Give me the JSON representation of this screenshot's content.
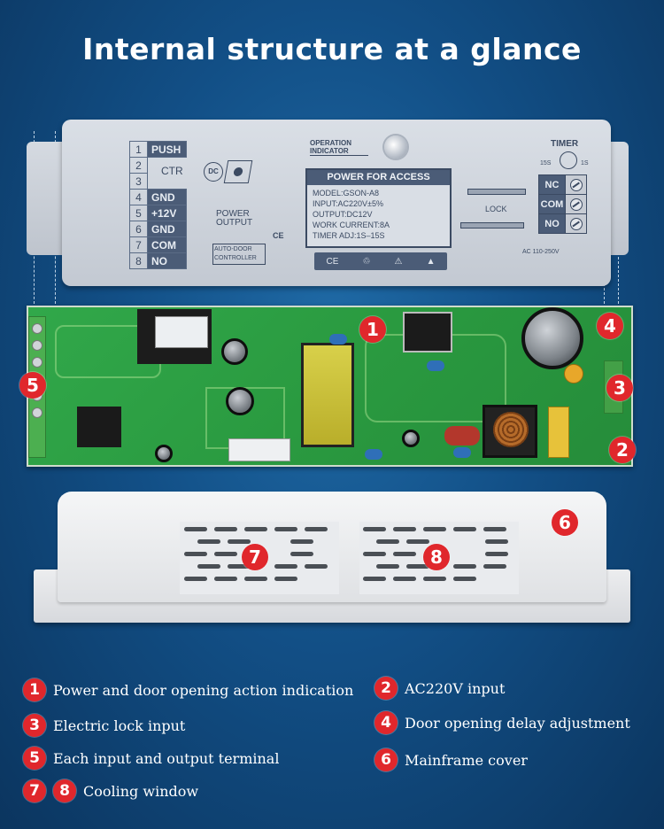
{
  "title": "Internal structure at a glance",
  "enclosure": {
    "terminals": [
      {
        "num": "1",
        "label": "PUSH"
      },
      {
        "num": "2",
        "label": ""
      },
      {
        "num": "3",
        "label": ""
      },
      {
        "num": "4",
        "label": "GND"
      },
      {
        "num": "5",
        "label": "+12V"
      },
      {
        "num": "6",
        "label": "GND"
      },
      {
        "num": "7",
        "label": "COM"
      },
      {
        "num": "8",
        "label": "NO"
      }
    ],
    "ctr_label": "CTR",
    "dc_label": "DC",
    "power_output_label": "POWER OUTPUT",
    "auto_door_label": "AUTO-DOOR CONTROLLER",
    "operation_indicator_label": "OPERATION INDICATOR",
    "panel_title": "POWER FOR ACCESS",
    "specs": [
      "MODEL:GSON-A8",
      "INPUT:AC220V±5%",
      "OUTPUT:DC12V",
      "WORK CURRENT:8A",
      "TIMER ADJ:1S–15S"
    ],
    "cert_marks": [
      "CE",
      "♲",
      "⚠",
      "▲"
    ],
    "timer_label": "TIMER",
    "timer_min": "15S",
    "timer_max": "1S",
    "relay_labels": [
      "NC",
      "COM",
      "NO"
    ],
    "lock_label": "LOCK",
    "ac_note": "AC 110-250V",
    "ce_mark": "CE"
  },
  "badges": {
    "b1": "1",
    "b2": "2",
    "b3": "3",
    "b4": "4",
    "b5": "5",
    "b6": "6",
    "b7": "7",
    "b8": "8"
  },
  "legend": [
    {
      "num": "1",
      "text": "Power and door opening action indication"
    },
    {
      "num": "2",
      "text": "AC220V input"
    },
    {
      "num": "3",
      "text": "Electric lock input"
    },
    {
      "num": "4",
      "text": "Door opening delay adjustment"
    },
    {
      "num": "5",
      "text": "Each input and output terminal"
    },
    {
      "num": "6",
      "text": "Mainframe cover"
    },
    {
      "num": "7",
      "text": ""
    },
    {
      "num": "8",
      "text": "Cooling window"
    }
  ],
  "colors": {
    "background": "#124f86",
    "badge": "#e0272c",
    "pcb": "#2a9a40"
  }
}
